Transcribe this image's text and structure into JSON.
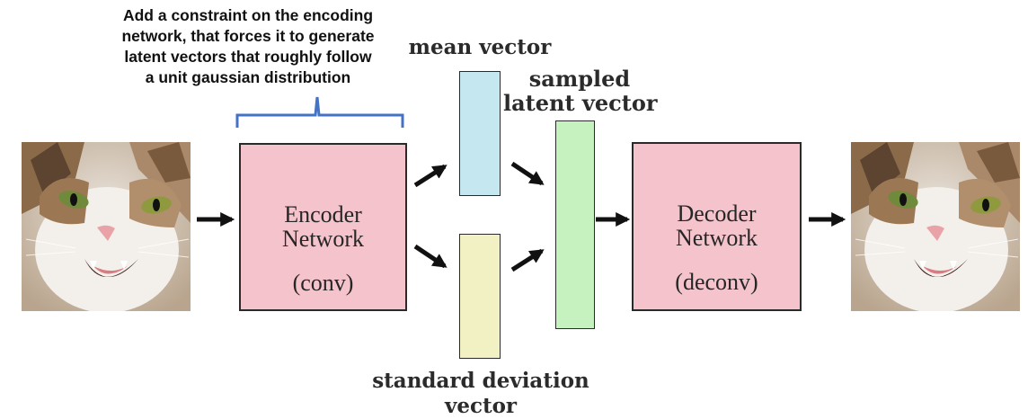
{
  "annotation": {
    "lines": [
      "Add a constraint on the encoding",
      "network, that forces it to generate",
      "latent vectors that roughly follow",
      "a unit gaussian distribution"
    ]
  },
  "labels": {
    "mean_vector": "mean vector",
    "sampled_latent": [
      "sampled",
      "latent vector"
    ],
    "std_vector": [
      "standard deviation",
      "vector"
    ]
  },
  "encoder": {
    "name_lines": [
      "Encoder",
      "Network"
    ],
    "sub": "(conv)"
  },
  "decoder": {
    "name_lines": [
      "Decoder",
      "Network"
    ],
    "sub": "(deconv)"
  },
  "images": {
    "input": "cat-photo",
    "output": "cat-photo"
  },
  "colors": {
    "network_fill": "#f4c3cb",
    "mean_fill": "#c5e7ef",
    "std_fill": "#f1f1c3",
    "latent_fill": "#c6f2c0",
    "brace": "#4472c4",
    "arrow": "#111111"
  }
}
